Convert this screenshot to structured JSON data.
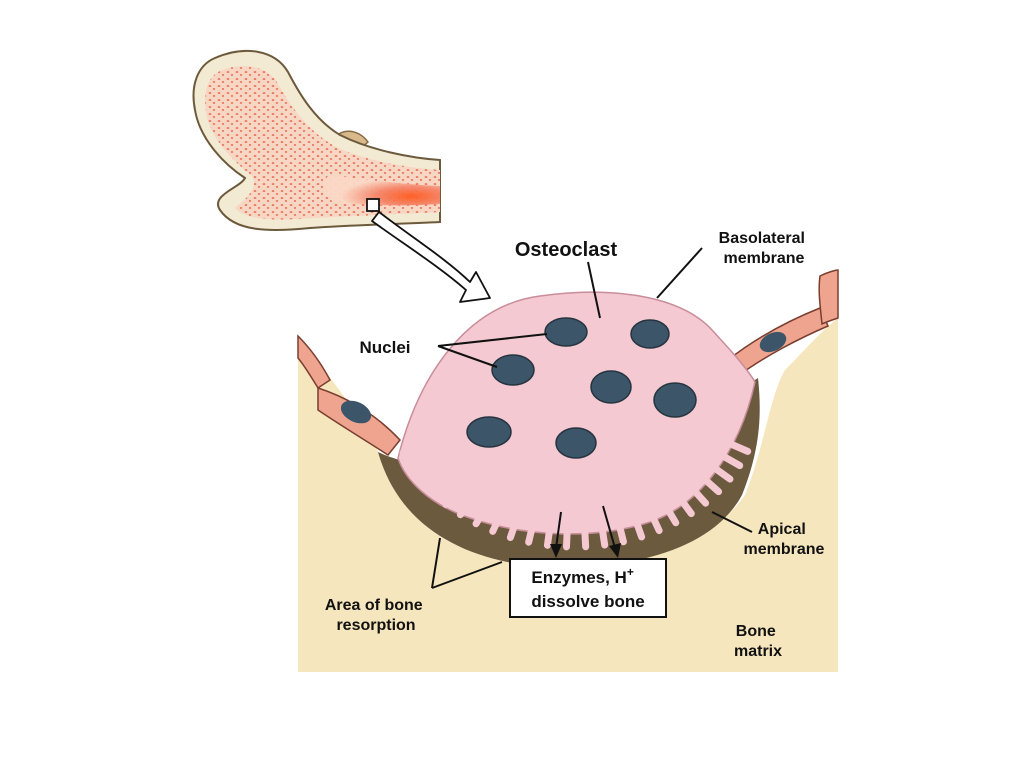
{
  "labels": {
    "osteoclast": "Osteoclast",
    "basolateral_line1": "Basolateral",
    "basolateral_line2": "membrane",
    "nuclei": "Nuclei",
    "apical_line1": "Apical",
    "apical_line2": "membrane",
    "enzymes_line1": "Enzymes, H",
    "enzymes_sup": "+",
    "enzymes_line2": "dissolve bone",
    "resorption_line1": "Area of bone",
    "resorption_line2": "resorption",
    "matrix_line1": "Bone",
    "matrix_line2": "matrix"
  },
  "colors": {
    "bone_matrix": "#f6e6bd",
    "osteoclast": "#f4c9d2",
    "nucleus": "#3d5568",
    "lining_cell": "#eea48f",
    "resorption_pit": "#6b5a3e",
    "marrow": "#f06a4a"
  }
}
